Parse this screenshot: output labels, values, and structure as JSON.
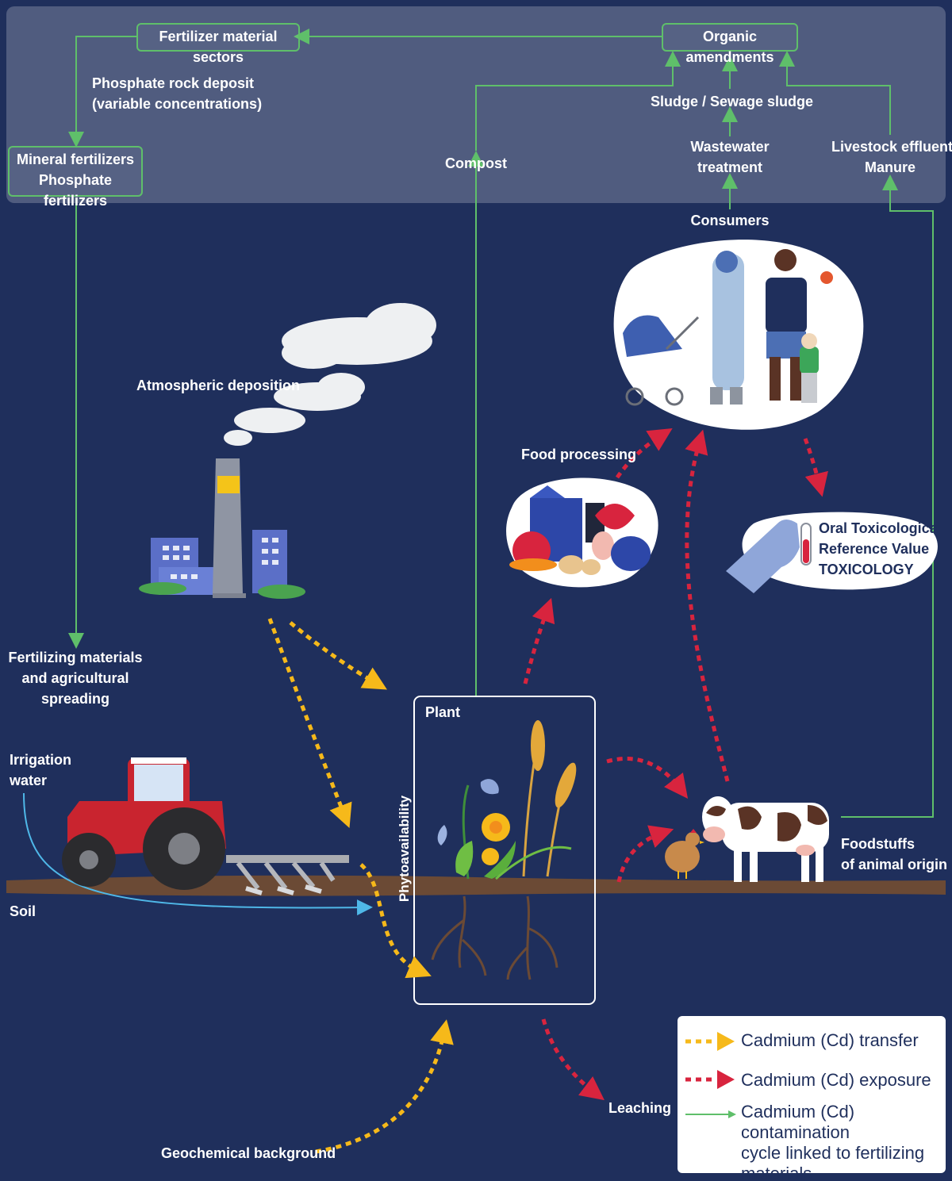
{
  "boxes": {
    "fertilizer_sectors": "Fertilizer material sectors",
    "organic_amendments": "Organic amendments",
    "mineral_fertilizers": "Mineral fertilizers",
    "phosphate_fertilizers": "Phosphate fertilizers"
  },
  "labels": {
    "phosphate_rock_1": "Phosphate rock deposit",
    "phosphate_rock_2": "(variable concentrations)",
    "sludge": "Sludge / Sewage sludge",
    "compost": "Compost",
    "wastewater_1": "Wastewater",
    "wastewater_2": "treatment",
    "livestock_1": "Livestock effluents",
    "livestock_2": "Manure",
    "consumers": "Consumers",
    "atmospheric": "Atmospheric deposition",
    "food_processing": "Food processing",
    "oral_1": "Oral Toxicological",
    "oral_2": "Reference Value",
    "toxicology": "TOXICOLOGY",
    "fertilizing_1": "Fertilizing materials",
    "fertilizing_2": "and agricultural",
    "fertilizing_3": "spreading",
    "irrigation_1": "Irrigation",
    "irrigation_2": "water",
    "soil": "Soil",
    "plant": "Plant",
    "phytoavailability": "Phytoavailability",
    "foodstuffs_1": "Foodstuffs",
    "foodstuffs_2": "of animal origin",
    "leaching": "Leaching",
    "geochemical": "Geochemical background"
  },
  "legend": {
    "transfer": "Cadmium (Cd) transfer",
    "exposure": "Cadmium (Cd) exposure",
    "cycle_1": "Cadmium (Cd) contamination",
    "cycle_2": "cycle linked to fertilizing",
    "cycle_3": "materials"
  },
  "colors": {
    "background": "#1f2f5c",
    "transfer": "#f6b91a",
    "exposure": "#d8243e",
    "cycle": "#5fbf6a",
    "irrigation": "#4fb8e8",
    "soil": "#6b4a35"
  }
}
